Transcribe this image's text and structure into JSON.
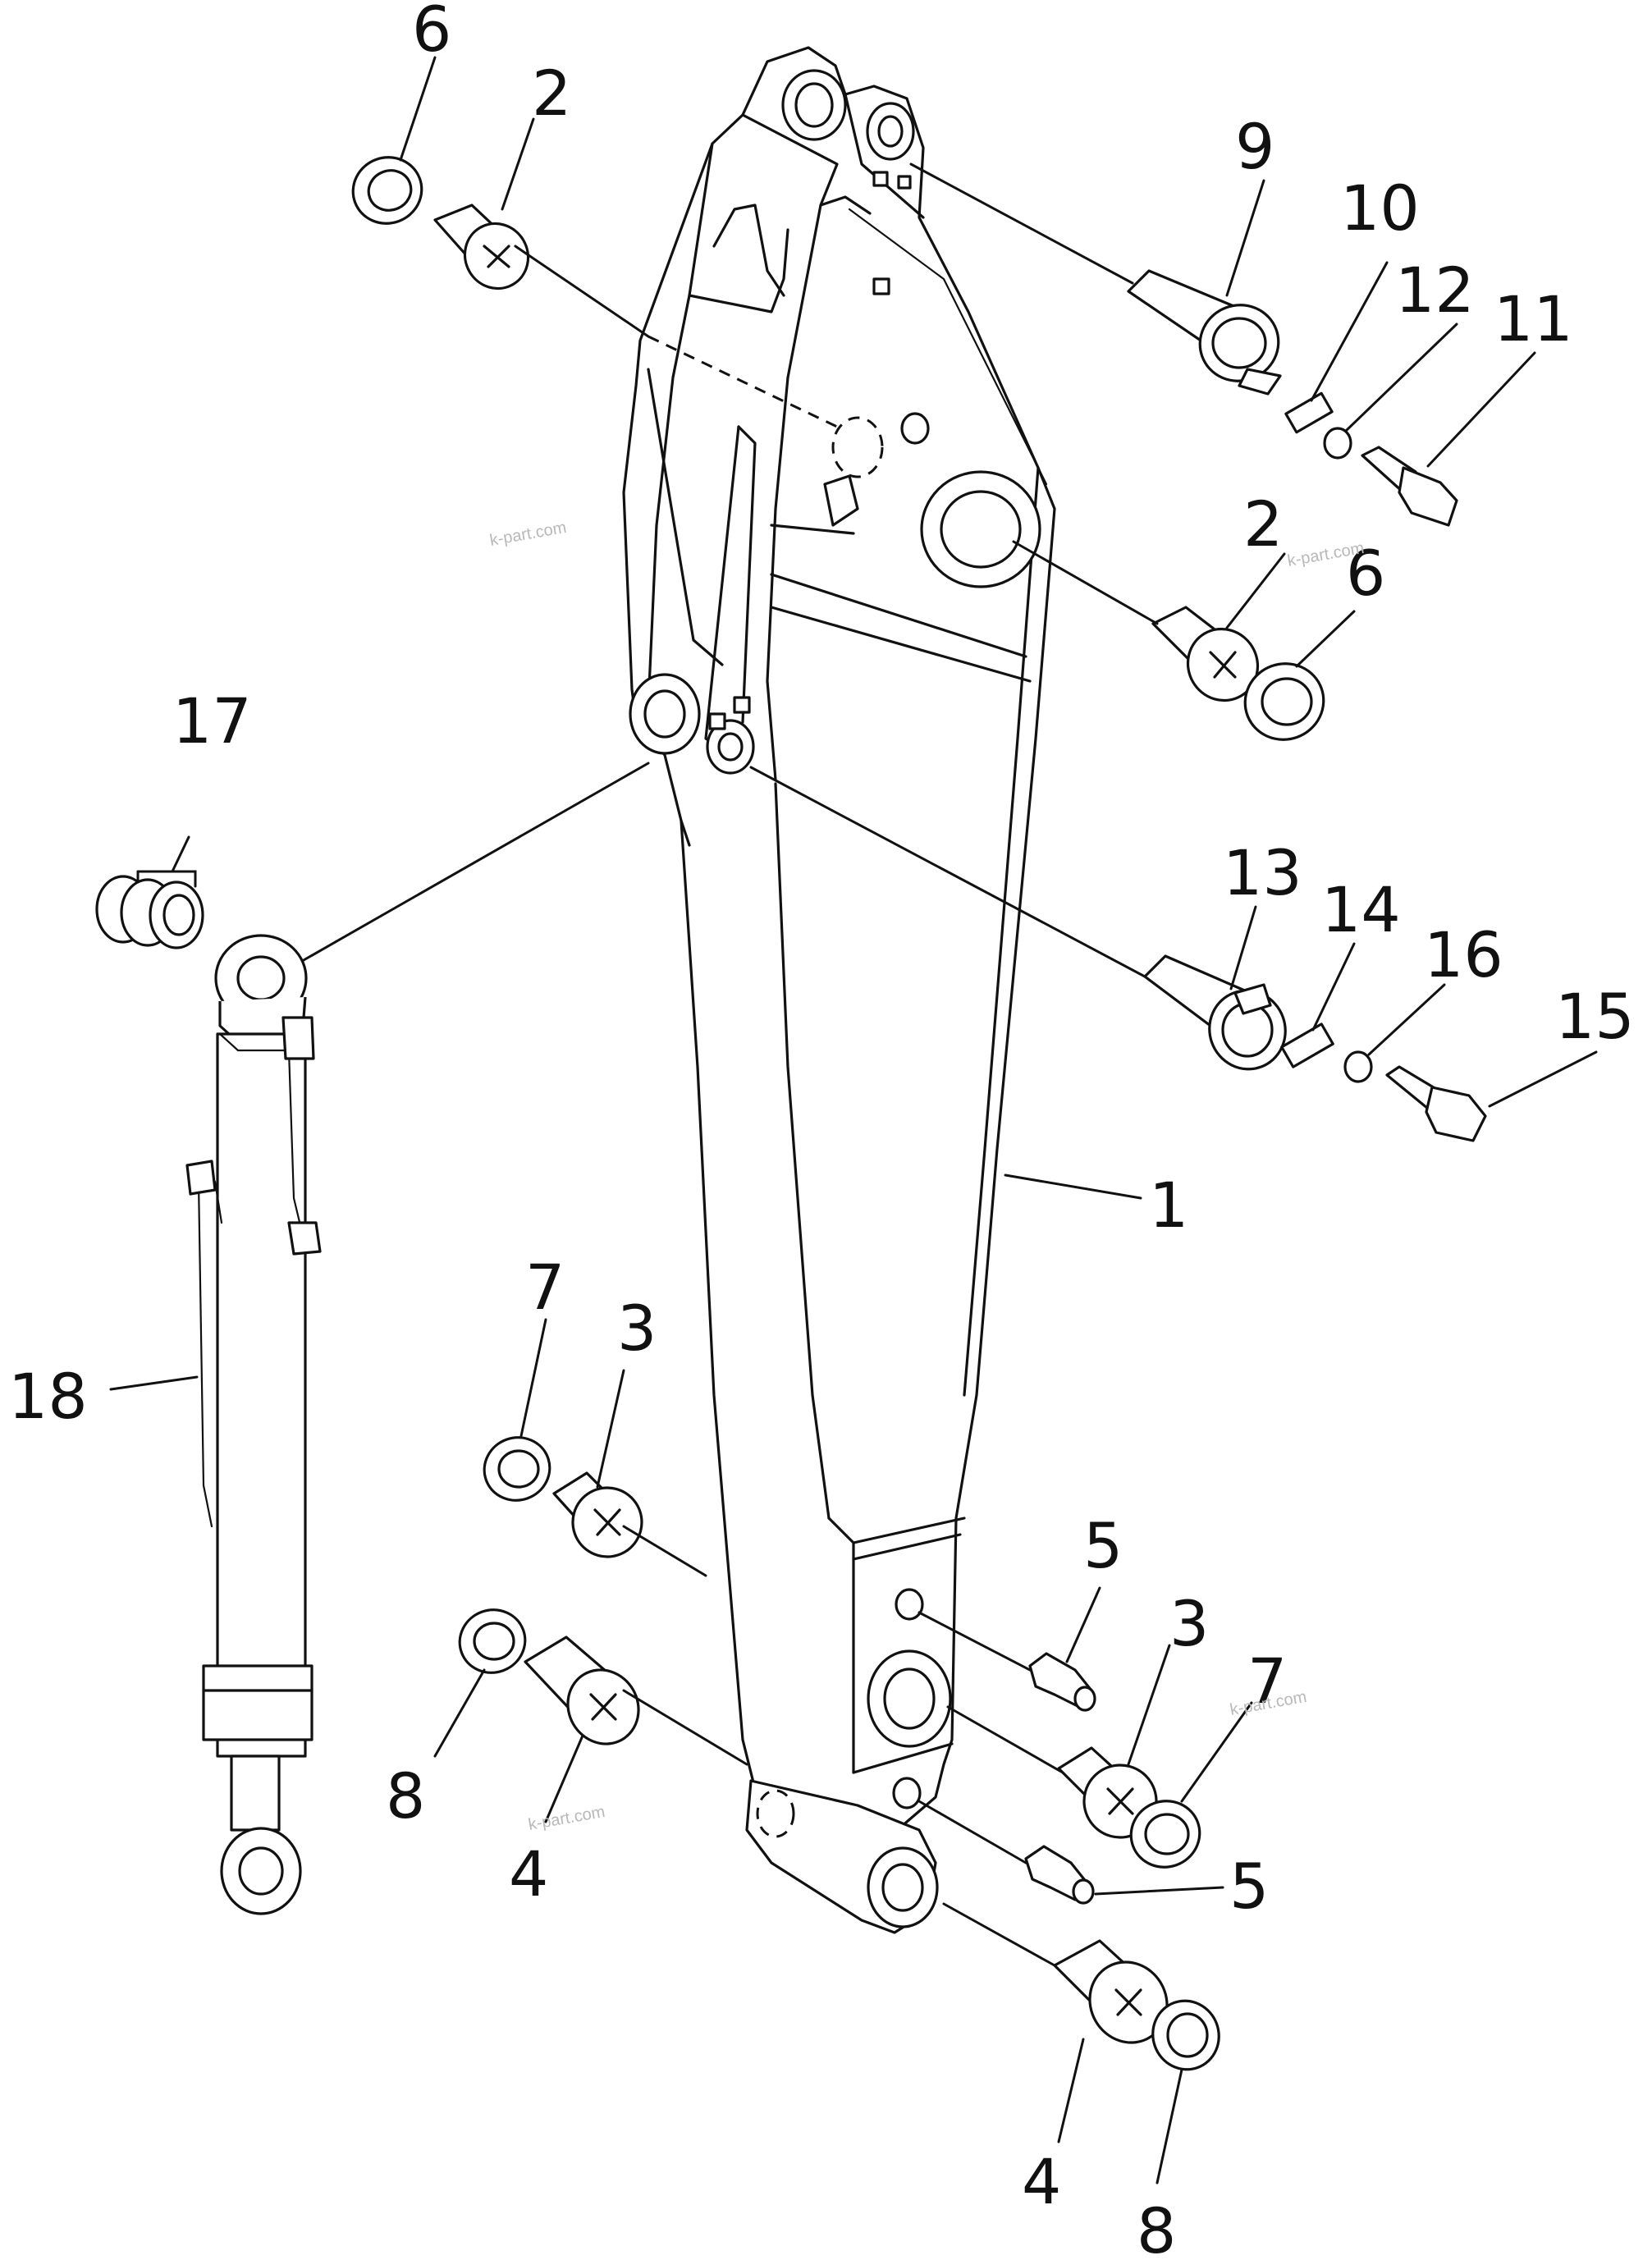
{
  "diagram": {
    "callouts": [
      "1",
      "2",
      "2",
      "3",
      "3",
      "4",
      "4",
      "5",
      "5",
      "6",
      "6",
      "7",
      "7",
      "8",
      "8",
      "9",
      "10",
      "11",
      "12",
      "13",
      "14",
      "15",
      "16",
      "17",
      "18"
    ],
    "watermark": "k-part.com"
  },
  "colors": {
    "line": "#111111",
    "background": "#ffffff",
    "watermark": "#b8b8b8"
  }
}
